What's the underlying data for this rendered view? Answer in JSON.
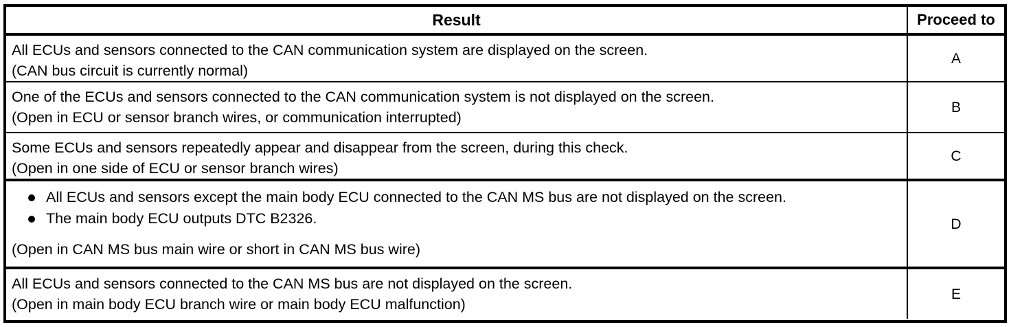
{
  "table": {
    "columns": {
      "result": "Result",
      "proceed_to": "Proceed to"
    },
    "rows": [
      {
        "id": "row-a",
        "lines": [
          "All ECUs and sensors connected to the CAN communication system are displayed on the screen.",
          "(CAN bus circuit is currently normal)"
        ],
        "bullets": [],
        "proceed_to": "A"
      },
      {
        "id": "row-b",
        "lines": [
          "One of the ECUs and sensors connected to the CAN communication system is not displayed on the screen.",
          "(Open in ECU or sensor branch wires, or communication interrupted)"
        ],
        "bullets": [],
        "proceed_to": "B"
      },
      {
        "id": "row-c",
        "lines": [
          "Some ECUs and sensors repeatedly appear and disappear from the screen, during this check.",
          "(Open in one side of ECU or sensor branch wires)"
        ],
        "bullets": [],
        "proceed_to": "C"
      },
      {
        "id": "row-d",
        "bullets": [
          "All ECUs and sensors except the main body ECU connected to the CAN MS bus are not displayed on the screen.",
          "The main body ECU outputs DTC B2326."
        ],
        "lines": [
          "(Open in CAN MS bus main wire or short in CAN MS bus wire)"
        ],
        "proceed_to": "D"
      },
      {
        "id": "row-e",
        "lines": [
          "All ECUs and sensors connected to the CAN MS bus are not displayed on the screen.",
          "(Open in main body ECU branch wire or main body ECU malfunction)"
        ],
        "bullets": [],
        "proceed_to": "E"
      }
    ]
  },
  "colors": {
    "border": "#000000",
    "text": "#000000",
    "background": "#ffffff"
  }
}
